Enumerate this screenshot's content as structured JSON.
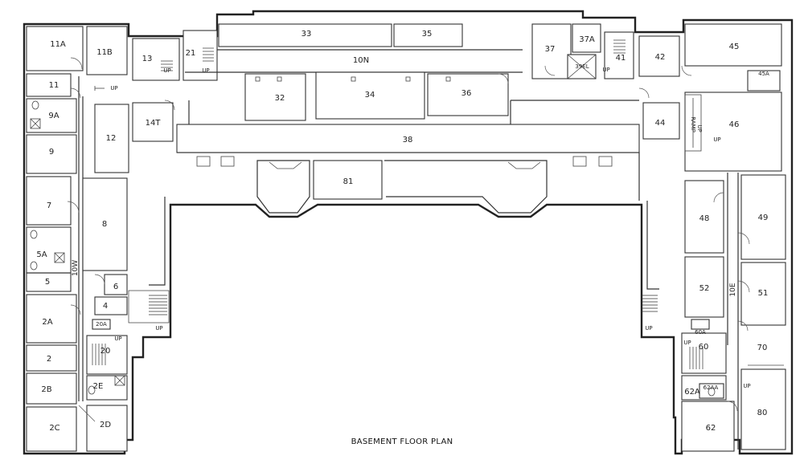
{
  "caption": "BASEMENT FLOOR PLAN",
  "rooms": {
    "r11A": "11A",
    "r11B": "11B",
    "r13": "13",
    "r21": "21",
    "r33": "33",
    "r35": "35",
    "r10N": "10N",
    "r37": "37",
    "r37A": "37A",
    "r39EL": "39EL",
    "r41": "41",
    "r42": "42",
    "r45": "45",
    "r45A": "45A",
    "r11": "11",
    "r9A": "9A",
    "r32": "32",
    "r34": "34",
    "r36": "36",
    "r14T": "14T",
    "r12": "12",
    "r44": "44",
    "r46": "46",
    "r9": "9",
    "r38": "38",
    "r81": "81",
    "r7": "7",
    "r8": "8",
    "r48": "48",
    "r49": "49",
    "r5A": "5A",
    "r5": "5",
    "r10W": "10W",
    "r6": "6",
    "r4": "4",
    "r52": "52",
    "r10E": "10E",
    "r51": "51",
    "r2A": "2A",
    "r20A": "20A",
    "r20": "20",
    "r60A": "60A",
    "r60": "60",
    "r70": "70",
    "r2": "2",
    "r2E": "2E",
    "r2B": "2B",
    "r62A": "62A",
    "r62AA": "62AA",
    "r2C": "2C",
    "r2D": "2D",
    "r62": "62",
    "r80": "80"
  },
  "stair_labels": {
    "up": "UP",
    "ramp": "RAMP",
    "ramp_up": "UP"
  }
}
